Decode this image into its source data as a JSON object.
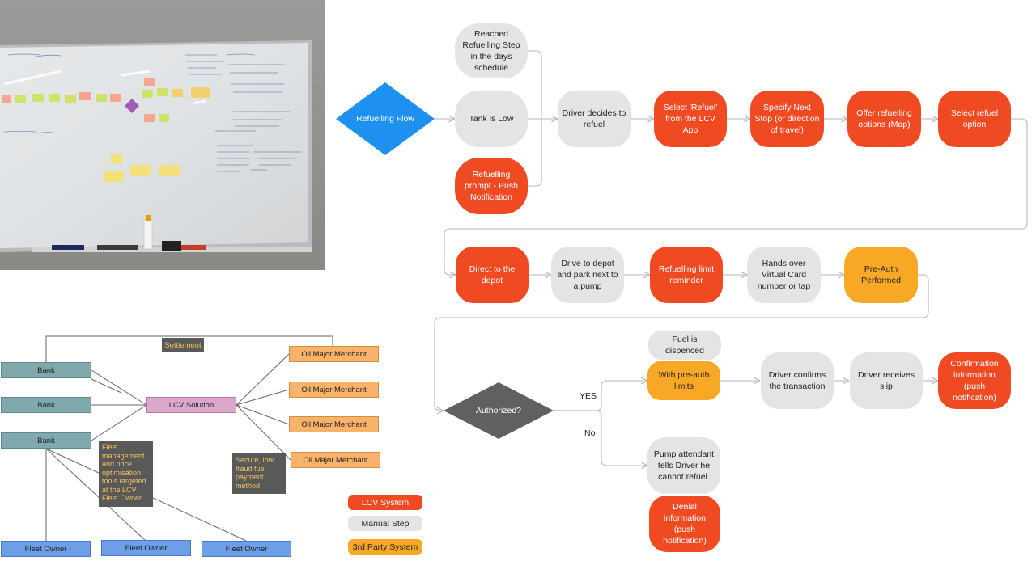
{
  "colors": {
    "lcv_system": "#f04a23",
    "manual_step": "#e4e4e4",
    "third_party": "#f9a825",
    "decision_blue": "#1e90f0",
    "decision_gray": "#606060",
    "connector": "#c4c4c4"
  },
  "flow": {
    "start": "Refuelling Flow",
    "triggers": {
      "reached": "Reached Refuelling Step in the days schedule",
      "tank_low": "Tank is Low",
      "prompt": "Refuelling prompt - Push Notification"
    },
    "row1": {
      "decides": "Driver decides to refuel",
      "select_refuel_app": "Select 'Refuel' from the LCV App",
      "next_stop": "Specify Next Stop (or direction of travel)",
      "offer_options": "Offer refuelling options (Map)",
      "select_option": "Select refuel option"
    },
    "row2": {
      "direct": "Direct to the depot",
      "drive": "Drive to depot and park next to a pump",
      "limit": "Refuelling limit reminder",
      "hands_over": "Hands over Virtual Card number or tap",
      "preauth": "Pre-Auth Performed"
    },
    "row3": {
      "authorized": "Authorized?",
      "yes": "YES",
      "no": "No",
      "fuel_dispensed": "Fuel is dispenced",
      "within_limits": "With pre-auth limits",
      "confirms": "Driver confirms the transaction",
      "receives": "Driver receives slip",
      "confirmation": "Confirmation information (push notification)",
      "attendant": "Pump attendant tells Driver he cannot refuel.",
      "denial": "Denial information (push notification)"
    }
  },
  "architecture": {
    "settlement": "Settlement",
    "banks": [
      "Bank",
      "Bank",
      "Bank"
    ],
    "lcv_solution": "LCV Solution",
    "merchants": [
      "Oil Major Merchant",
      "Oil Major Merchant",
      "Oil Major Merchant",
      "Oil Major Merchant"
    ],
    "fleet_owners": [
      "Fleet Owner",
      "Fleet Owner",
      "Fleet Owner"
    ],
    "note_fleet": "Fleet management and price optimisation tools targeted at the LCV Fleet Owner",
    "note_secure": "Secure, low fraud fuel payment method"
  },
  "legend": {
    "lcv_system": "LCV System",
    "manual_step": "Manual Step",
    "third_party": "3rd Party System"
  }
}
